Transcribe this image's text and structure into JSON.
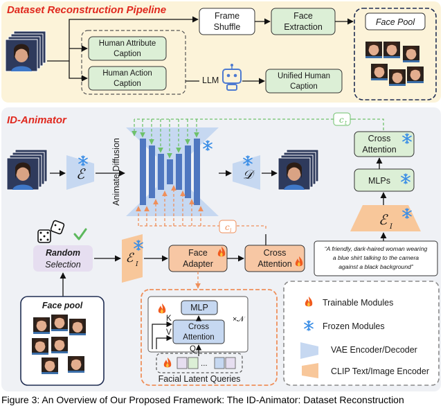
{
  "section1": {
    "title": "Dataset Reconstruction Pipeline",
    "frame_shuffle": [
      "Frame",
      "Shuffle"
    ],
    "face_extraction": [
      "Face",
      "Extraction"
    ],
    "face_pool": "Face Pool",
    "human_attribute_caption": [
      "Human Attribute",
      "Caption"
    ],
    "human_action_caption": [
      "Human Action",
      "Caption"
    ],
    "llm": "LLM",
    "unified_caption": [
      "Unified Human",
      "Caption"
    ]
  },
  "section2": {
    "title": "ID-Animator",
    "animate_diffusion": "Animate Diffusion",
    "enc_e": "ℰ",
    "dec_d": "𝒟",
    "enc_i": "ℰ",
    "enc_i_sub": "I",
    "c_t": "c",
    "c_t_sub": "t",
    "c_i": "c",
    "c_i_sub": "i",
    "cross_attention_top": [
      "Cross",
      "Attention"
    ],
    "mlps": "MLPs",
    "prompt": [
      "“A friendly, dark-haired woman wearing",
      "a blue shirt talking to the camera",
      "against a black background”"
    ],
    "random_selection": [
      "Random",
      "Selection"
    ],
    "face_adapter": [
      "Face",
      "Adapter"
    ],
    "cross_attention_mid": [
      "Cross",
      "Attention"
    ],
    "face_pool_box": "Face pool",
    "mlp": "MLP",
    "k": "K",
    "v": "V",
    "q": "Q",
    "cross_attention_inner": [
      "Cross",
      "Attention"
    ],
    "times_n": "×𝒩",
    "dots": "...",
    "facial_latent_queries": "Facial Latent Queries"
  },
  "legend": {
    "trainable": "Trainable Modules",
    "frozen": "Frozen Modules",
    "vae": "VAE Encoder/Decoder",
    "clip": "CLIP Text/Image Encoder"
  },
  "caption": "Figure 3: An Overview of Our Proposed Framework: The ID-Animator: Dataset Reconstruction",
  "colors": {
    "section1_bg": "#fcf3d9",
    "section2_bg": "#eff1f5",
    "green_box": "#dcefd6",
    "orange_box": "#f7c7a4",
    "purple_box": "#e6def0",
    "vae_blue": "#c6d8f1",
    "vae_dark": "#4f77c0",
    "clip_orange": "#f8c79a",
    "title_red": "#e0281e",
    "dashed_green": "#6ec16b",
    "dashed_orange": "#ef8f5a",
    "flame": "#f05a1e",
    "snow": "#3b8ee6"
  }
}
